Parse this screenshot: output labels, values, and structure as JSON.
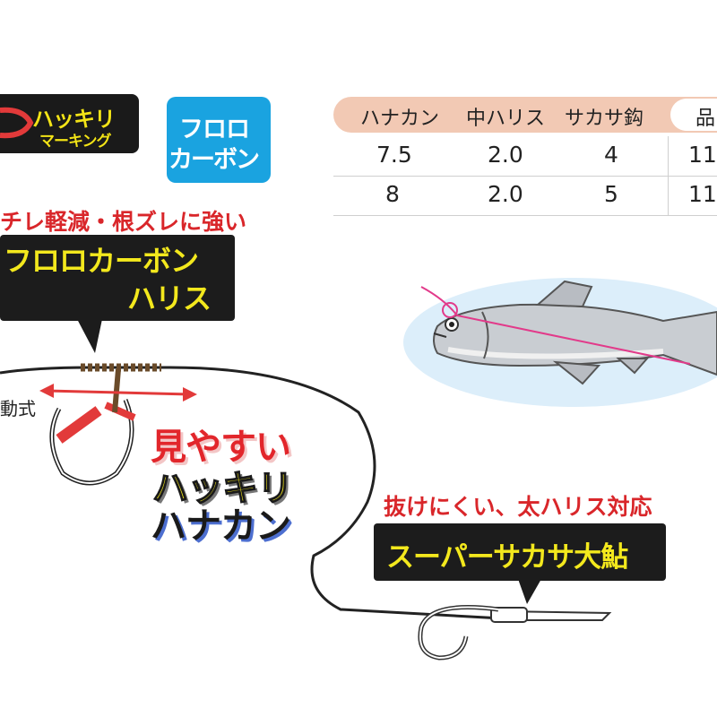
{
  "badges": {
    "marking": {
      "line1": "ハッキリ",
      "line2": "マーキング",
      "color": "#f2e318"
    },
    "fluoro": {
      "line1": "フロロ",
      "line2": "カーボン",
      "color": "#1aa3e0"
    }
  },
  "spec_table": {
    "headers": [
      "ハナカン",
      "中ハリス",
      "サカサ鈎",
      "品"
    ],
    "rows": [
      [
        "7.5",
        "2.0",
        "4",
        "11"
      ],
      [
        "8",
        "2.0",
        "5",
        "11"
      ]
    ]
  },
  "callouts": {
    "harisu": {
      "caption": "チレ軽減・根ズレに強い",
      "line1": "フロロカーボン",
      "line2": "ハリス"
    },
    "hook": {
      "caption": "抜けにくい、太ハリス対応",
      "line1": "スーパーサカサ大鮎"
    }
  },
  "feature": {
    "line1": "見やすい",
    "line2": "ハッキリ",
    "line3": "ハナカン"
  },
  "side_label": "動式",
  "colors": {
    "accent_red": "#d9262a",
    "accent_yellow": "#f3e81d",
    "fish_bg": "#dceefa",
    "line_pink": "#e23a8a"
  }
}
